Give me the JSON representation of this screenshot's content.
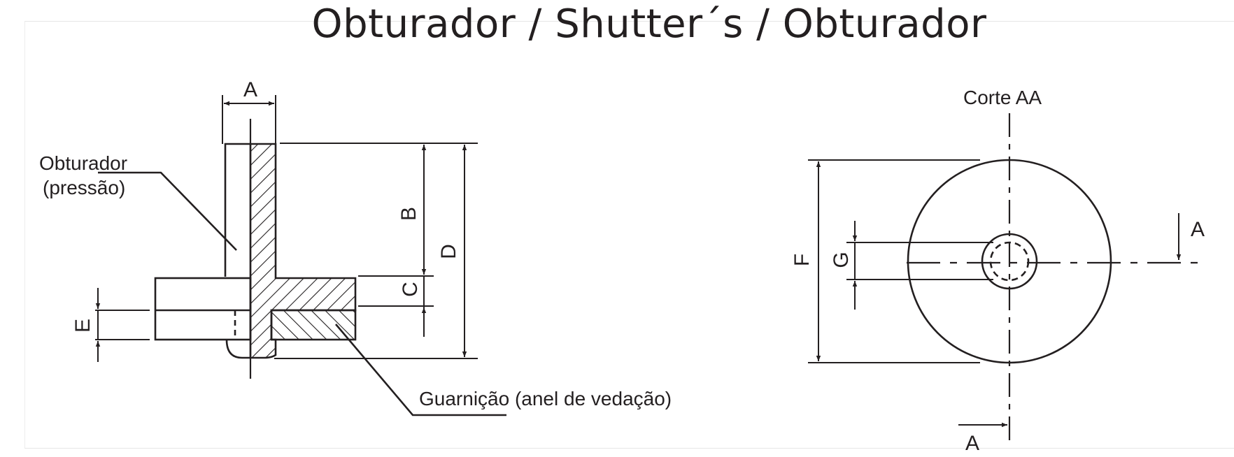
{
  "title": "Obturador / Shutter´s / Obturador",
  "labels": {
    "shutter": [
      "Obturador",
      "(pressão)"
    ],
    "gasket": "Guarnição (anel de vedação)",
    "section": "Corte AA",
    "section_marker": "A"
  },
  "dimensions": {
    "a": "A",
    "b": "B",
    "c": "C",
    "d": "D",
    "e": "E",
    "f": "F",
    "g": "G"
  },
  "colors": {
    "line": "#231f20"
  }
}
